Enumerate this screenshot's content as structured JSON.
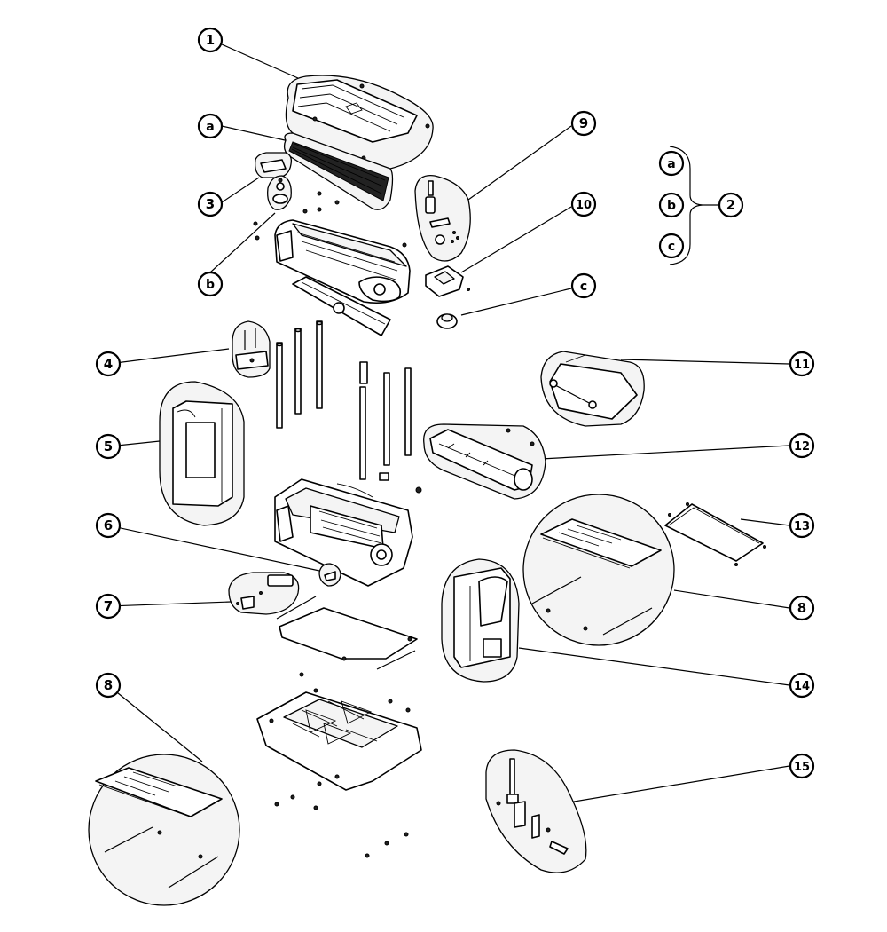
{
  "callouts": {
    "c1": "1",
    "ca_top": "a",
    "c3": "3",
    "cb_left": "b",
    "c9": "9",
    "c10": "10",
    "cc_mid": "c",
    "c2": "2",
    "c2a": "a",
    "c2b": "b",
    "c2c": "c",
    "c4": "4",
    "c5": "5",
    "c11": "11",
    "c12": "12",
    "c6": "6",
    "c13": "13",
    "c7": "7",
    "c8_right": "8",
    "c14": "14",
    "c8_left": "8",
    "c15": "15"
  }
}
